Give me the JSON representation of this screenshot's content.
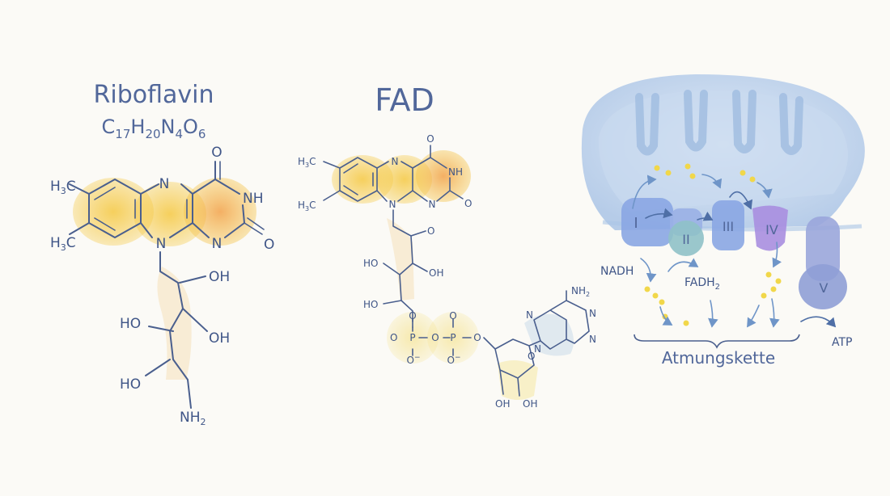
{
  "riboflavin": {
    "title": "Riboflavin",
    "formula": {
      "c": "C",
      "c_n": "17",
      "h": "H",
      "h_n": "20",
      "n": "N",
      "n_n": "4",
      "o": "O",
      "o_n": "6"
    },
    "labels": {
      "h3c": "H",
      "h3c_sub": "3",
      "h3c_c": "C",
      "n": "N",
      "o": "O",
      "nh": "NH",
      "oh": "OH",
      "ho": "HO",
      "nh2": "NH",
      "nh2_sub": "2"
    }
  },
  "fad": {
    "title": "FAD",
    "labels": {
      "h3c": "H",
      "h3c_sub": "3",
      "h3c_c": "C",
      "n": "N",
      "o": "O",
      "nh": "NH",
      "oh": "OH",
      "ho": "HO",
      "p": "P",
      "o_minus": "O",
      "minus": "−",
      "nh2": "NH",
      "nh2_sub": "2"
    }
  },
  "respiration": {
    "complexes": [
      "I",
      "II",
      "III",
      "IV",
      "V"
    ],
    "nadh": "NADH",
    "fadh2": {
      "main": "FADH",
      "sub": "2"
    },
    "atp": "ATP",
    "chain_label": "Atmungskette"
  },
  "colors": {
    "ink": "#4a5f8e",
    "flavin_yellow": "#f5c842",
    "flavin_orange": "#f2a24a",
    "mito_blue": "#aac4e6",
    "complex_blue": "#8aa6e3",
    "complex_teal": "#8fc1c8",
    "complex_violet": "#a88ee0",
    "proton_yellow": "#f1d74a"
  }
}
